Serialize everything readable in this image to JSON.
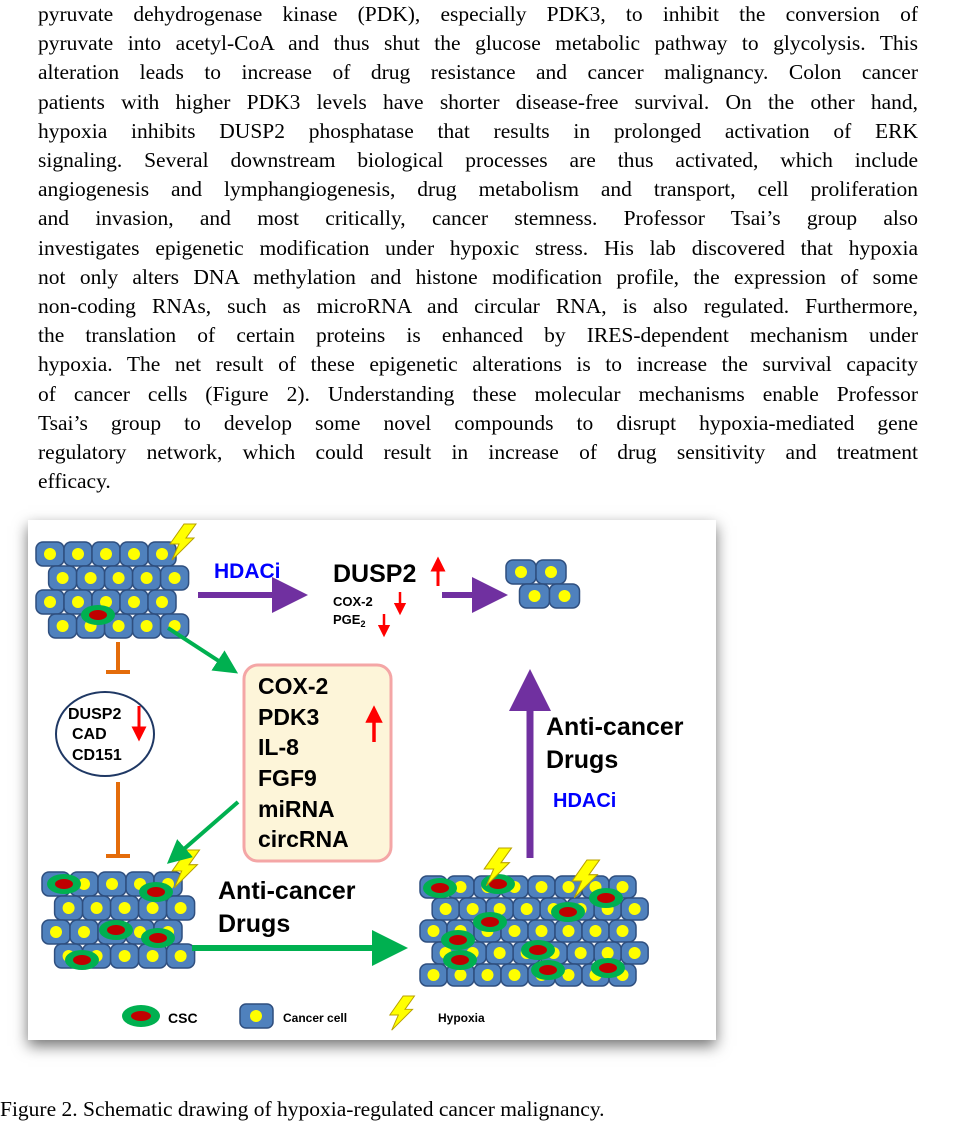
{
  "body_text": {
    "lines": [
      "pyruvate dehydrogenase kinase (PDK), especially PDK3, to inhibit the conversion of",
      "pyruvate into acetyl-CoA and thus shut the glucose metabolic pathway to glycolysis. This",
      "alteration leads to increase of drug resistance and cancer malignancy. Colon cancer",
      "patients with higher PDK3 levels have shorter disease-free survival. On the other hand,",
      "hypoxia inhibits DUSP2 phosphatase that results in prolonged activation of ERK",
      "signaling. Several downstream biological processes are thus activated, which include",
      "angiogenesis and lymphangiogenesis, drug metabolism and transport, cell proliferation",
      "and invasion, and most critically, cancer stemness. Professor Tsai’s group also",
      "investigates epigenetic modification under hypoxic stress. His lab discovered that hypoxia",
      "not only alters DNA methylation and histone modification profile, the expression of some",
      "non-coding RNAs, such as microRNA and circular RNA, is also regulated. Furthermore,",
      "the translation of certain proteins is enhanced by IRES-dependent mechanism under",
      "hypoxia. The net result of these epigenetic alterations is to increase the survival capacity",
      "of cancer cells (Figure 2). Understanding these molecular mechanisms enable Professor",
      "Tsai’s group to develop some novel compounds to disrupt hypoxia-mediated gene",
      "regulatory network, which could result in increase of drug sensitivity and treatment",
      "efficacy."
    ]
  },
  "figure": {
    "hdaci_top": "HDACi",
    "dusp2_up": "DUSP2",
    "cox2_small": "COX-2",
    "pge2_small": "PGE",
    "pge2_sub": "2",
    "oval_items": [
      "DUSP2",
      "CAD",
      "CD151"
    ],
    "box_items": [
      "COX-2",
      "PDK3",
      "IL-8",
      "FGF9",
      "miRNA",
      "circRNA"
    ],
    "anti_cancer_right": [
      "Anti-cancer",
      "Drugs"
    ],
    "hdaci_right": "HDACi",
    "anti_cancer_bottom": [
      "Anti-cancer",
      "Drugs"
    ],
    "legend": {
      "csc": "CSC",
      "cancer_cell": "Cancer cell",
      "hypoxia": "Hypoxia"
    },
    "colors": {
      "cell_blue": "#4f81bd",
      "cell_yellow": "#ffff00",
      "csc_green": "#00b050",
      "csc_red": "#c00000",
      "purple_arrow": "#7030a0",
      "green_arrow": "#00b050",
      "orange_inhibit": "#e46c0a",
      "red_arrow": "#ff0000",
      "hdaci_blue": "#0000ff",
      "box_fill": "#fdf5d9",
      "box_border": "#f4a6a6",
      "bolt_yellow": "#ffff00"
    }
  },
  "caption": "Figure 2. Schematic drawing of hypoxia-regulated cancer malignancy."
}
